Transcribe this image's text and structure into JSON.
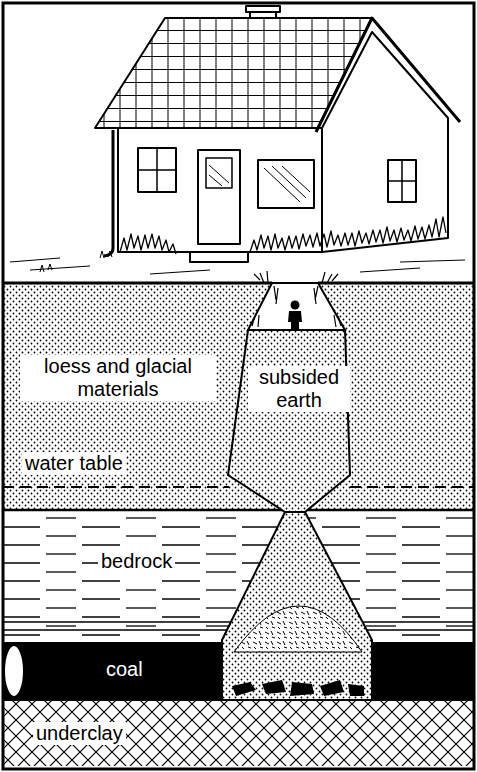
{
  "diagram": {
    "labels": [
      "loess and glacial materials",
      "subsided earth",
      "water table",
      "bedrock",
      "coal",
      "underclay"
    ]
  }
}
